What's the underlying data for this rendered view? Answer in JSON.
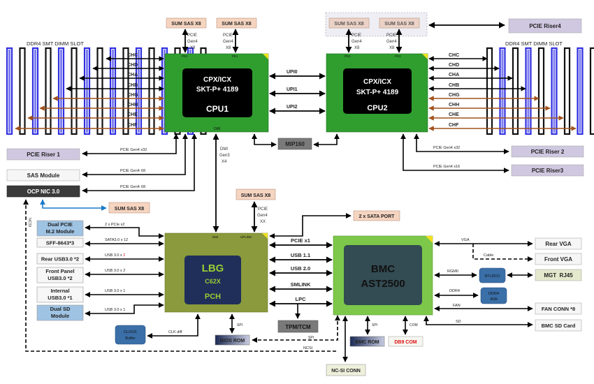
{
  "title": "Dual-socket server board block diagram",
  "colors": {
    "cpu_green": "#2f9e2f",
    "pch_olive": "#8a9a3c",
    "bmc_green": "#7dc84a",
    "chip_black": "#000000",
    "pch_core": "#1f2f5a",
    "bmc_core": "#334b52",
    "sum_sas": "#f5d4c0",
    "riser": "#cfc8e0",
    "dimm_blue": "#3030e0",
    "ddr_brown": "#a0521c",
    "link_black": "#000000",
    "blue_link": "#1a7ac8",
    "light_blue_box": "#9fc3e3",
    "dark_blue_box": "#3a6fa8",
    "gray_box": "#7a7a7a",
    "red_text": "#dd1111"
  },
  "cpu1": {
    "line1": "CPX/ICX",
    "line2": "SKT-P+ 4189",
    "name": "CPU1",
    "pin_pe_left": "PE3",
    "pin_pe_right": "PE1",
    "pin_dmi": "DMI"
  },
  "cpu2": {
    "line1": "CPX/ICX",
    "line2": "SKT-P+ 4189",
    "name": "CPU2",
    "pin_pe_left": "PE3",
    "pin_pe_right": "PE3"
  },
  "dimm_left": {
    "title": "DDR4 SMT DIMM SLOT",
    "channels": [
      "CHC",
      "CHD",
      "CHA",
      "CHB",
      "CHG",
      "CHH",
      "CHE",
      "CHF"
    ]
  },
  "dimm_right": {
    "title": "DDR4 SMT DIMM SLOT",
    "channels": [
      "CHC",
      "CHD",
      "CHA",
      "CHB",
      "CHG",
      "CHH",
      "CHE",
      "CHF"
    ]
  },
  "upi": [
    "UPI0",
    "UPI1",
    "UPI2"
  ],
  "sum_sas": "SUM SAS X8",
  "pcie_gen4_x8_stack": [
    "PCIE",
    "Gen4",
    "X8"
  ],
  "pcie_gen4_xx_stack": [
    "PCIE",
    "Gen4",
    "XX"
  ],
  "dmi_stack": [
    "DMI",
    "Gen3",
    "X4"
  ],
  "riser4": "PCIE Riser4",
  "riser1": "PCIE Riser 1",
  "riser2": "PCIE Riser 2",
  "riser3": "PCIE Riser3",
  "sas_module": "SAS Module",
  "ocp_nic": "OCP NIC 3.0",
  "mip160": "MIP160",
  "links": {
    "riser1": "PCIE Gen4 x32",
    "sas_module": "PCIE Gen4 X8",
    "ocp_nic": "PCIE Gen4 X8",
    "riser2": "PCIE Gen4 x32",
    "riser3": "PCIE Gen4 x16",
    "ncsi_left": "NCSI",
    "ncsi_bottom": "NCSI",
    "clk": "CLK diff",
    "spi_bios": "SPI",
    "spi_bmc_bios": "SPI",
    "spi_bmc": "SPI",
    "com": "COM",
    "vga": "VGA",
    "cable": "Cable",
    "rgmii": "RGMII",
    "ddr4": "DDR4",
    "fan": "FAN",
    "sd": "SD"
  },
  "pch": {
    "line1": "LBG",
    "line2": "C62X",
    "line3": "PCH",
    "pin_dmi": "DMI",
    "pin_uplink": "UPLINK"
  },
  "pch_left": [
    {
      "box": [
        "Dual PCIE",
        "M.2 Module"
      ],
      "link": "2 x PCIe x2",
      "style": "blue"
    },
    {
      "box": [
        "SFF-8643*3"
      ],
      "link": "SATA3.0 x 12",
      "style": "white"
    },
    {
      "box": [
        "Rear USB3.0 *2"
      ],
      "link_prefix": "USB 3.0 x ",
      "link_suffix": "2",
      "style": "white"
    },
    {
      "box": [
        "Front Panel",
        "USB3.0 *2"
      ],
      "link": "USB 3.0 x 2",
      "style": "white"
    },
    {
      "box": [
        "Internal",
        "USB3.0 *1"
      ],
      "link": "USB 3.0 x 1",
      "style": "white"
    },
    {
      "box": [
        "Dual SD",
        "Module"
      ],
      "link": "USB 3.0 x 1",
      "style": "blue"
    }
  ],
  "pch_bmc_links": [
    "PCIE x1",
    "USB 1.1",
    "USB 2.0",
    "SMLINK",
    "LPC"
  ],
  "sata_port": "2 x SATA PORT",
  "tpm": "TPM/TCM",
  "clock_buffer": [
    "CLOCK",
    "Buffer"
  ],
  "bios_rom": "BIOS ROM",
  "bmc": {
    "line1": "BMC",
    "line2": "AST2500"
  },
  "bmc_rom": "BMC ROM",
  "db9": "DB9 COM",
  "ncsi_conn": "NC-SI CONN",
  "rear_vga": "Rear VGA",
  "front_vga": "Front VGA",
  "rtl": "RTL8211",
  "mgt": "MGT  RJ45",
  "ddr4_chip": [
    "DDR4",
    "4Gb"
  ],
  "fan_conn": "FAN CONN *8",
  "sd_card": "BMC SD Card"
}
